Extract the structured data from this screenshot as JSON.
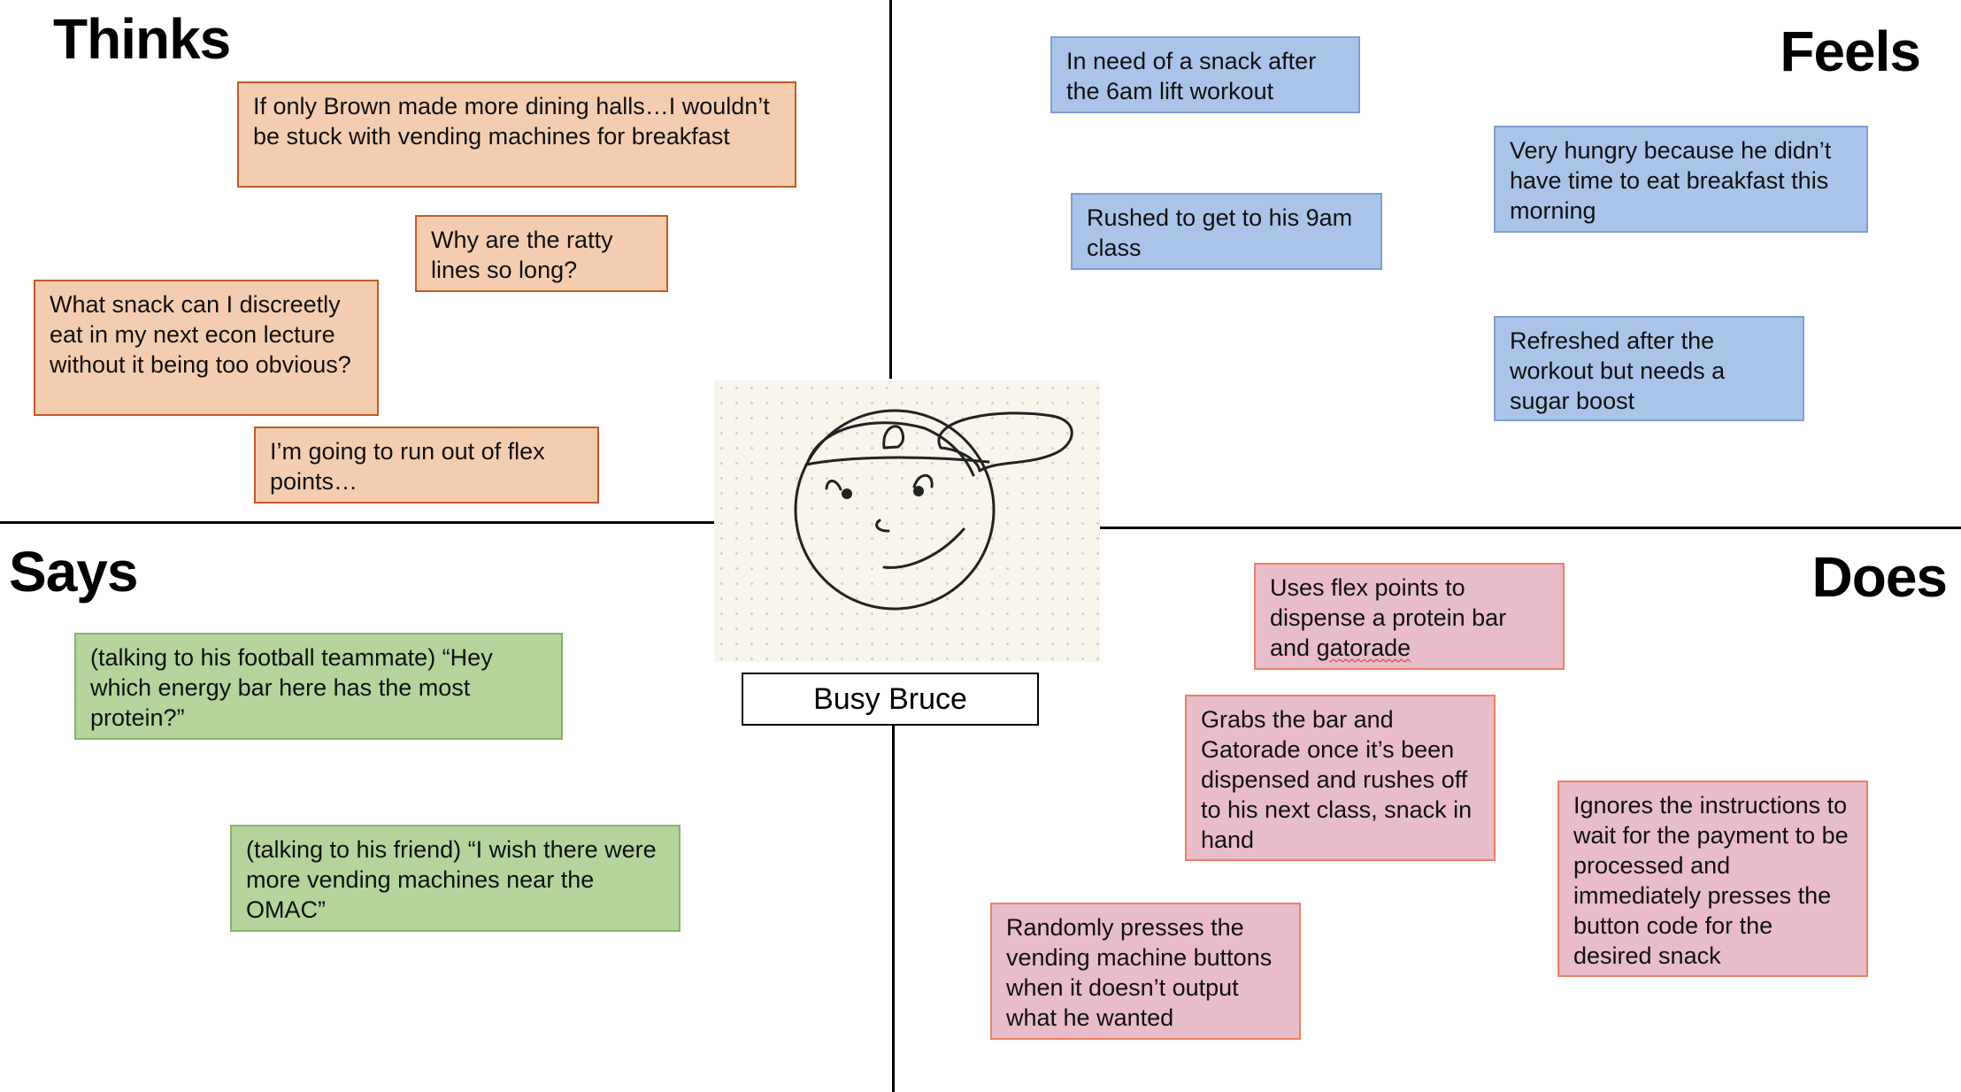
{
  "quadrants": {
    "thinks": {
      "title": "Thinks",
      "notes": [
        "If only Brown made more dining halls…I wouldn’t be stuck with vending machines for breakfast",
        "Why are the ratty lines so long?",
        "What snack can I discreetly eat in my next econ lecture without it being too obvious?",
        "I’m going to run out of flex points…"
      ]
    },
    "feels": {
      "title": "Feels",
      "notes": [
        "In need of a snack after the 6am lift workout",
        "Very hungry because he didn’t have time to eat breakfast this morning",
        "Rushed to get to his 9am class",
        "Refreshed after the workout but needs a sugar boost"
      ]
    },
    "says": {
      "title": "Says",
      "notes": [
        "(talking to his football teammate) “Hey which energy bar here has the most protein?”",
        "(talking to his friend) “I wish there were more vending machines near the OMAC”"
      ]
    },
    "does": {
      "title": "Does",
      "notes": [
        {
          "before": "Uses flex points to dispense a protein bar and ",
          "flagged": "gatorade"
        },
        "Grabs the bar and Gatorade once it’s been dispensed and rushes off to his next class, snack in hand",
        "Ignores the instructions to wait for the payment to be processed and immediately presses the button code for the desired snack",
        "Randomly presses the vending machine buttons when it doesn’t output what he wanted"
      ]
    }
  },
  "persona": {
    "name": "Busy Bruce",
    "sketch_icon": "face-with-cap-sketch"
  },
  "colors": {
    "thinks_fill": "#f4cdb0",
    "thinks_border": "#c45a28",
    "feels_fill": "#a9c4e8",
    "feels_border": "#7f9fcf",
    "says_fill": "#b4d49c",
    "says_border": "#86b26a",
    "does_fill": "#e8bcc8",
    "does_border": "#ee8063",
    "sketch_paper": "#f7f5ec"
  }
}
